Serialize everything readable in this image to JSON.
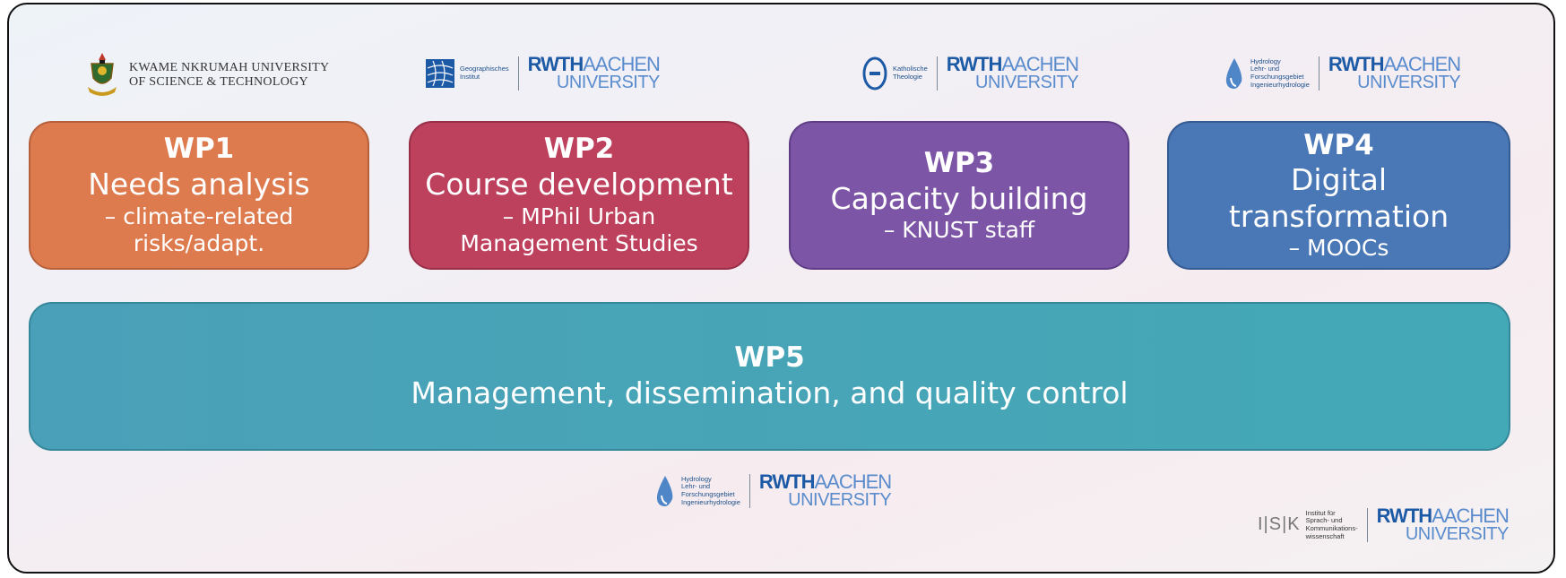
{
  "work_packages": [
    {
      "id": "WP1",
      "title": "Needs analysis",
      "sub1": "– climate-related",
      "sub2": "risks/adapt."
    },
    {
      "id": "WP2",
      "title": "Course development",
      "sub1": "– MPhil Urban",
      "sub2": "Management Studies"
    },
    {
      "id": "WP3",
      "title": "Capacity building",
      "sub1": "– KNUST staff"
    },
    {
      "id": "WP4",
      "title1": "Digital",
      "title2": "transformation",
      "sub1": "– MOOCs"
    },
    {
      "id": "WP5",
      "title": "Management, dissemination, and quality control"
    }
  ],
  "logos": {
    "knust": {
      "line1": "KWAME NKRUMAH UNIVERSITY",
      "line2": "OF SCIENCE & TECHNOLOGY"
    },
    "rwth": {
      "bold": "RWTH",
      "light": "AACHEN",
      "line2": "UNIVERSITY"
    },
    "geo": {
      "line1": "Geographisches",
      "line2": "Institut"
    },
    "theo": {
      "line1": "Katholische",
      "line2": "Theologie"
    },
    "hydro": {
      "line1": "Hydrology",
      "line2": "Lehr- und",
      "line3": "Forschungsgebiet",
      "line4": "Ingenieurhydrologie"
    },
    "isk": {
      "abbr": "I|S|K",
      "line1": "Institut für",
      "line2": "Sprach- und",
      "line3": "Kommunikations-",
      "line4": "wissenschaft"
    }
  },
  "colors": {
    "wp1": "#dd7a4e",
    "wp2": "#bd405d",
    "wp3": "#7d55a6",
    "wp4": "#4a77b5",
    "wp5": "#46a5b7",
    "rwth_blue": "#1d5aa6"
  }
}
